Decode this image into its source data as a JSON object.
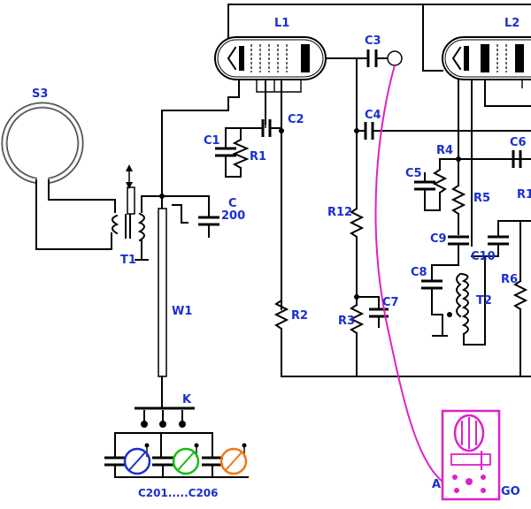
{
  "labels": {
    "S3": "S3",
    "L1": "L1",
    "L2": "L2",
    "C3": "C3",
    "C4": "C4",
    "C2": "C2",
    "C1": "C1",
    "R1": "R1",
    "C": "C",
    "C_val": "200",
    "T1": "T1",
    "W1": "W1",
    "R2": "R2",
    "R12": "R12",
    "R3": "R3",
    "C7": "C7",
    "R4": "R4",
    "C5": "C5",
    "C6": "C6",
    "R5": "R5",
    "R_cut": "R1",
    "C9": "C9",
    "C10": "C10",
    "C8": "C8",
    "T2": "T2",
    "R6": "R6",
    "K": "K",
    "C201": "C201.....C206",
    "A": "A",
    "GO": "GO"
  },
  "colors": {
    "label": "#1a2fd0",
    "probe": "#e020c8",
    "cap_blue": "#1a2fd0",
    "cap_green": "#10c010",
    "cap_orange": "#f07810",
    "wire": "#000000"
  }
}
